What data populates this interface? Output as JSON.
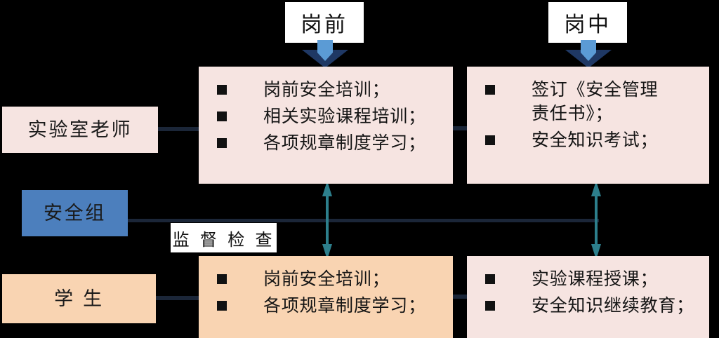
{
  "diagram": {
    "title_text": "",
    "colors": {
      "background": "#000000",
      "pink": "#f6e4e1",
      "orange": "#f9d4b2",
      "blue": "#4c7fbd",
      "white": "#ffffff",
      "connector": "#1b2638",
      "teal_arrow": "#2d7f8c",
      "arrow_dark": "#1f3864",
      "arrow_light": "#5b9bd5"
    },
    "stage_labels": [
      {
        "id": "pre-post",
        "text": "岗前"
      },
      {
        "id": "in-post",
        "text": "岗中"
      }
    ],
    "roles": [
      {
        "id": "lab-teacher",
        "text": "实验室老师",
        "fill": "pink"
      },
      {
        "id": "safety-group",
        "text": "安全组",
        "fill": "blue"
      },
      {
        "id": "student",
        "text": "学  生",
        "fill": "orange"
      }
    ],
    "note": {
      "id": "supervision",
      "text": "监 督 检 查"
    },
    "content_boxes": [
      {
        "id": "teacher-pre-post",
        "fill": "pink",
        "items": [
          "岗前安全培训；",
          "相关实验课程培训；",
          "各项规章制度学习；"
        ]
      },
      {
        "id": "teacher-in-post",
        "fill": "pink",
        "items": [
          "签订《安全管理\n责任书》；",
          "安全知识考试；"
        ]
      },
      {
        "id": "student-pre-post",
        "fill": "orange",
        "items": [
          "岗前安全培训；",
          "各项规章制度学习；"
        ]
      },
      {
        "id": "student-in-post",
        "fill": "pink",
        "items": [
          "实验课程授课；",
          "安全知识继续教育；"
        ]
      }
    ],
    "arrows": {
      "down": [
        {
          "id": "down-arrow-pre-post"
        },
        {
          "id": "down-arrow-in-post"
        }
      ],
      "double": [
        {
          "id": "vertical-double-arrow-middle"
        },
        {
          "id": "vertical-double-arrow-right"
        }
      ]
    }
  }
}
